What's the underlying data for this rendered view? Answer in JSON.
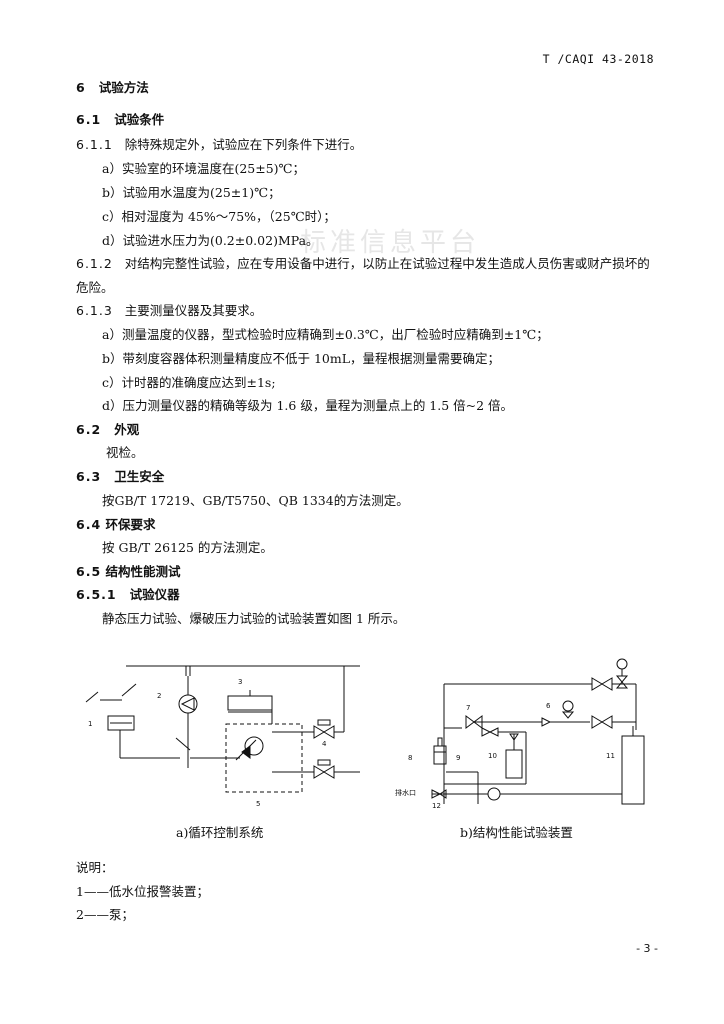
{
  "header": {
    "standard_code": "T /CAQI 43-2018"
  },
  "watermark": "标准信息平台",
  "sections": [
    {
      "num": "6",
      "text": "试验方法"
    },
    {
      "num": "6.1",
      "text": "试验条件"
    },
    {
      "num": "6.1.1",
      "text": "除特殊规定外，试验应在下列条件下进行。"
    },
    {
      "text": "a）实验室的环境温度在(25±5)℃；"
    },
    {
      "text": "b）试验用水温度为(25±1)℃；"
    },
    {
      "text": "c）相对湿度为 45%～75%，（25℃时）；"
    },
    {
      "text": "d）试验进水压力为(0.2±0.02)MPa。"
    },
    {
      "num": "6.1.2",
      "text": "对结构完整性试验，应在专用设备中进行，以防止在试验过程中发生造成人员伤害或财产损坏的"
    },
    {
      "text": "危险。"
    },
    {
      "num": "6.1.3",
      "text": "主要测量仪器及其要求。"
    },
    {
      "text": "a）测量温度的仪器，型式检验时应精确到±0.3℃，出厂检验时应精确到±1℃；"
    },
    {
      "text": "b）带刻度容器体积测量精度应不低于 10mL，量程根据测量需要确定；"
    },
    {
      "text": "c）计时器的准确度应达到±1s;"
    },
    {
      "text": "d）压力测量仪器的精确等级为 1.6 级，量程为测量点上的 1.5 倍~2 倍。"
    },
    {
      "num": "6.2",
      "text": "外观"
    },
    {
      "text": "视检。"
    },
    {
      "num": "6.3",
      "text": "卫生安全"
    },
    {
      "text": "按GB/T 17219、GB/T5750、QB 1334的方法测定。"
    },
    {
      "num": "6.4",
      "text": "环保要求"
    },
    {
      "text": "按 GB/T 26125 的方法测定。"
    },
    {
      "num": "6.5",
      "text": "结构性能测试"
    },
    {
      "num": "6.5.1",
      "text": "试验仪器"
    },
    {
      "text": "静态压力试验、爆破压力试验的试验装置如图 1 所示。"
    }
  ],
  "figure": {
    "caption_a": "a)循环控制系统",
    "caption_b": "b)结构性能试验装置",
    "labels_a": [
      "1",
      "2",
      "3",
      "4",
      "5"
    ],
    "labels_b": [
      "6",
      "7",
      "8",
      "9",
      "10",
      "11",
      "12"
    ],
    "drain_label": "排水口"
  },
  "legend": {
    "title": "说明：",
    "items": [
      "1——低水位报警装置；",
      "2——泵；"
    ]
  },
  "page_number": "- 3 -"
}
